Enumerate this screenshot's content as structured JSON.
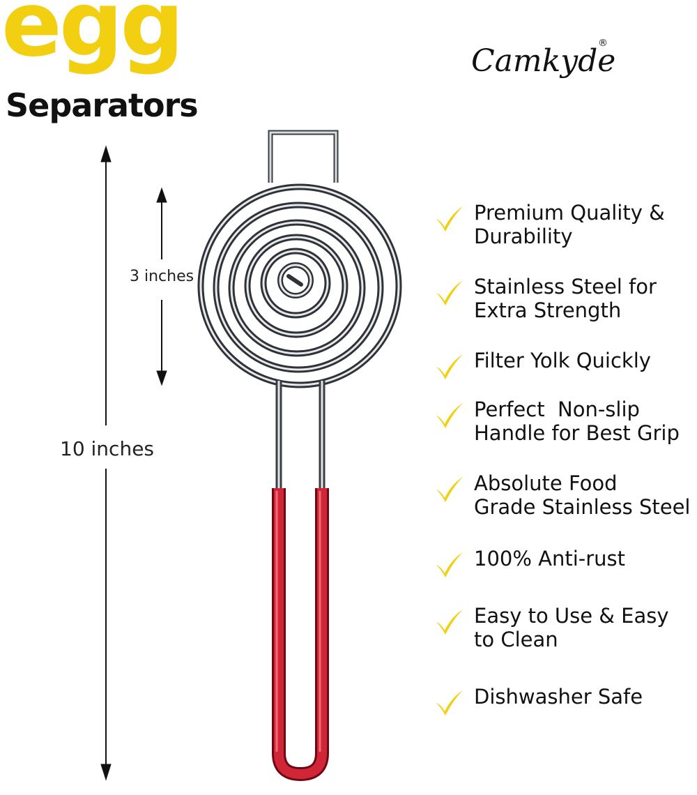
{
  "header": {
    "title_main": "egg",
    "title_sub": "Separators"
  },
  "brand": {
    "name": "Camkyde",
    "registered": "®"
  },
  "dimensions": {
    "head_diameter": "3 inches",
    "total_length": "10 inches"
  },
  "features": [
    {
      "line1": "Premium Quality &",
      "line2": "Durability",
      "icon": "check-icon"
    },
    {
      "line1": "Stainless Steel for",
      "line2": "Extra Strength",
      "icon": "check-icon"
    },
    {
      "line1": "Filter Yolk Quickly",
      "line2": "",
      "icon": "check-icon"
    },
    {
      "line1": "Perfect  Non-slip",
      "line2": "Handle for Best Grip",
      "icon": "check-icon"
    },
    {
      "line1": "Absolute Food",
      "line2": "Grade Stainless Steel",
      "icon": "check-icon"
    },
    {
      "line1": "100% Anti-rust",
      "line2": "",
      "icon": "check-icon"
    },
    {
      "line1": "Easy to Use & Easy",
      "line2": "to Clean",
      "icon": "check-icon"
    },
    {
      "line1": "Dishwasher Safe",
      "line2": "",
      "icon": "check-icon"
    }
  ],
  "colors": {
    "accent_yellow": "#f2cf10",
    "handle_red": "#c8102e",
    "steel": "#8a8f96"
  }
}
